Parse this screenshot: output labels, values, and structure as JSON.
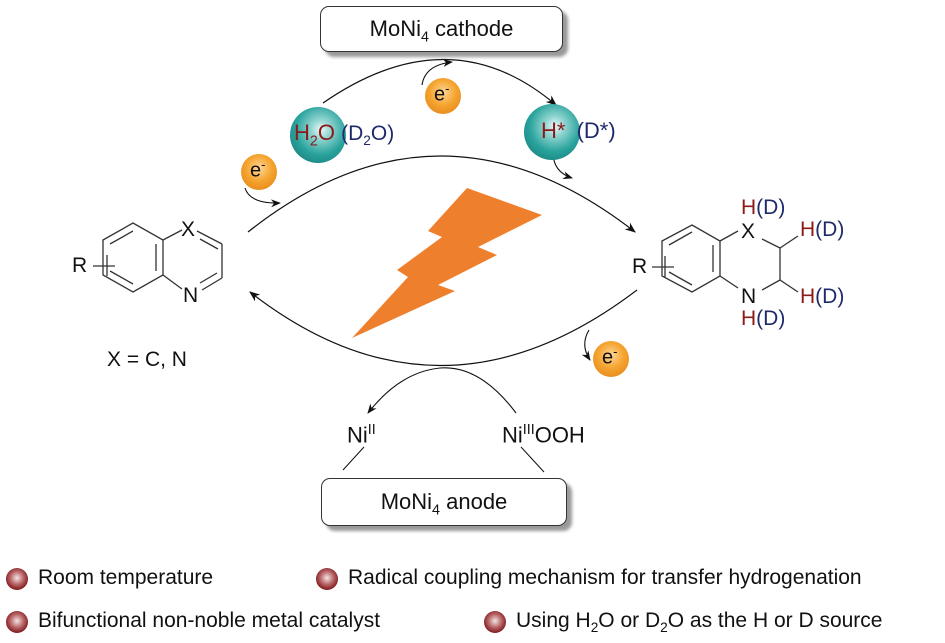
{
  "cathode_label": {
    "main": "MoNi",
    "sub": "4",
    "rest": " cathode"
  },
  "anode_label": {
    "main": "MoNi",
    "sub": "4",
    "rest": " anode"
  },
  "electron": {
    "base": "e",
    "sup": "-"
  },
  "water": {
    "h": "H",
    "sub": "2",
    "o": "O",
    "alt_open": "(D",
    "alt_sub": "2",
    "alt_close": "O)"
  },
  "hydrogen_star": {
    "main": "H*",
    "alt": "(D*)"
  },
  "reactant": {
    "r": "R",
    "x": "X",
    "n": "N",
    "note": "X = C, N"
  },
  "product": {
    "r": "R",
    "x": "X",
    "n": "N",
    "h": "H",
    "d": "(D)"
  },
  "nickel": {
    "left": {
      "base": "Ni",
      "sup": "II"
    },
    "right": {
      "base": "Ni",
      "sup": "III",
      "rest": "OOH"
    }
  },
  "features": [
    {
      "text": "Room temperature"
    },
    {
      "text": "Radical coupling mechanism for transfer hydrogenation"
    },
    {
      "text": "Bifunctional non-noble metal catalyst"
    },
    {
      "pre": "Using H",
      "sub1": "2",
      "mid": "O or D",
      "sub2": "2",
      "post": "O as the H or D source"
    }
  ],
  "colors": {
    "bolt": "#ee7f2d",
    "teal": "#2aa39d",
    "electron": "#f5a531",
    "h_red": "#8b1a1a",
    "d_navy": "#1f2a6b",
    "bullet": "#7c1417"
  }
}
